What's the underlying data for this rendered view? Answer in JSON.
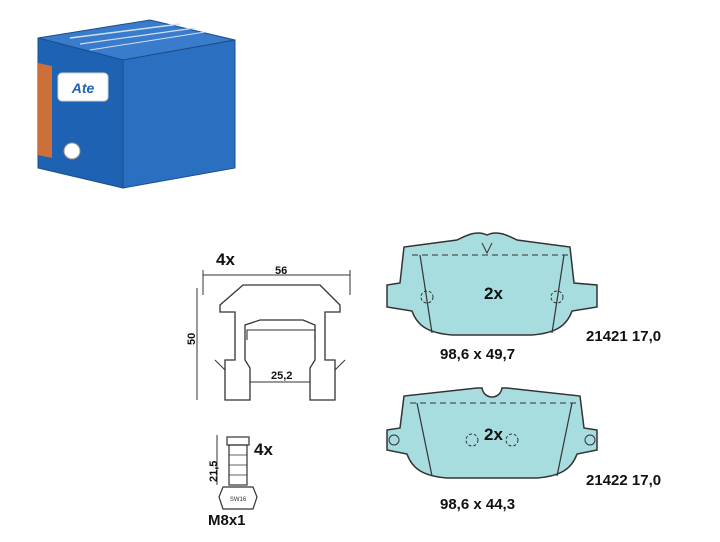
{
  "colors": {
    "box_blue": "#1e63b3",
    "box_side": "#0f4f9a",
    "box_orange": "#e0702a",
    "pad_fill": "#a8dde0",
    "line": "#333333"
  },
  "box": {
    "icon": "ate-logo-icon"
  },
  "clip": {
    "qty": "4x",
    "width_dim": "56",
    "height_dim": "50",
    "inner_dim": "25,2"
  },
  "bolt": {
    "qty": "4x",
    "length_dim": "21,5",
    "thread": "M8x1",
    "head_mark": "SW16"
  },
  "pads": [
    {
      "qty": "2x",
      "dimensions": "98,6 x 49,7",
      "part": "21421 17,0"
    },
    {
      "qty": "2x",
      "dimensions": "98,6 x 44,3",
      "part": "21422 17,0"
    }
  ]
}
